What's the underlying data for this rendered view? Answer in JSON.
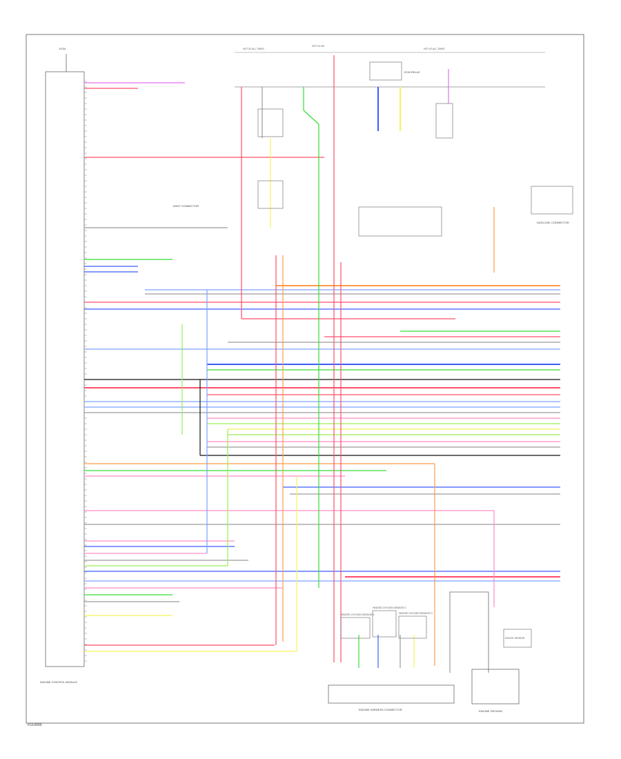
{
  "page_code": "FUL0000",
  "colors": {
    "red": "#ff4d6a",
    "pink": "#ff8cc4",
    "violet": "#e070f0",
    "blue": "#3a5cff",
    "light_blue": "#7aa0ff",
    "green": "#33dd33",
    "light_green": "#99ee55",
    "yellow": "#f6f25a",
    "orange": "#ff9a4a",
    "gray": "#9a9a9a",
    "black": "#111111",
    "frame": "#555555"
  },
  "components": {
    "ecm": "ENGINE CONTROL MODULE",
    "ecm_top": "ECM",
    "data_link": "DATA LINK CONNECTOR",
    "knock_sensor": "KNOCK SENSOR",
    "joint_connector": "JOINT CONNECTOR",
    "bottom_connector": "ENGINE HARNESS CONNECTOR",
    "bottom_right": "ENGINE GROUND",
    "bottom_box_1": "HEATED OXYGEN SENSOR 1",
    "bottom_box_2": "HEATED OXYGEN SENSOR 2",
    "bottom_box_3": "HEATED OXYGEN SENSOR 3",
    "top_label_1": "HOT AT ALL TIMES",
    "top_label_2": "HOT IN ON",
    "top_label_3": "HOT AT ALL TIMES",
    "relay_label": "ECM RELAY"
  }
}
